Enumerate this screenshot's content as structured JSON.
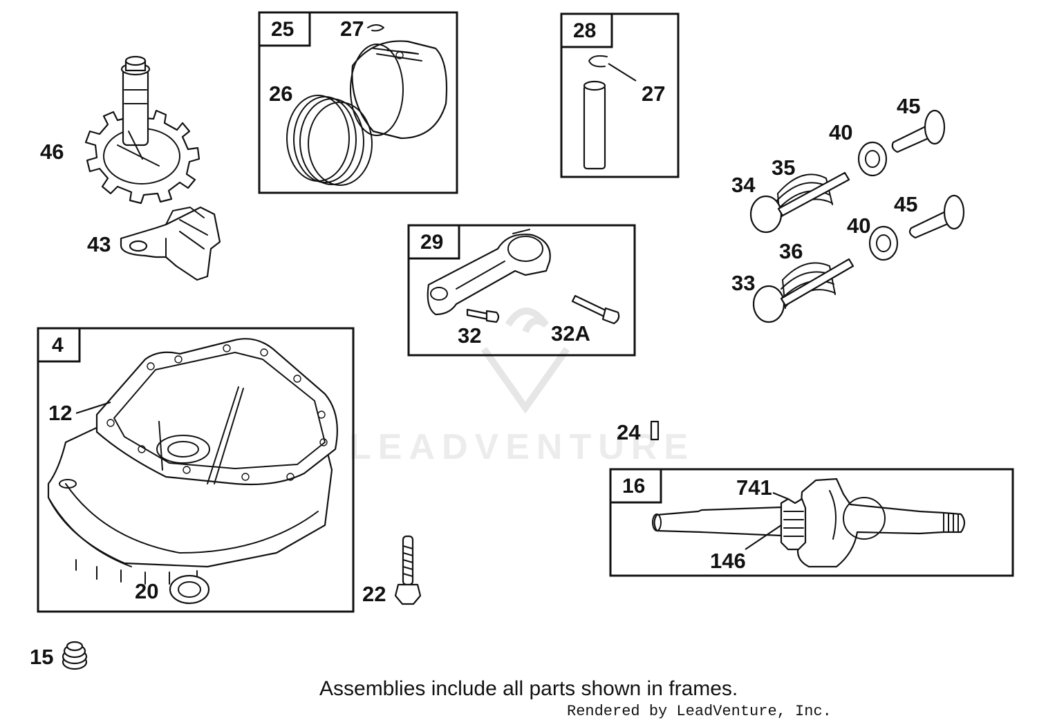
{
  "watermark": "LEADVENTURE",
  "caption": "Assemblies include all parts shown in frames.",
  "rendered_by": "Rendered by LeadVenture, Inc.",
  "frames": {
    "f25": "25",
    "f28": "28",
    "f29": "29",
    "f4": "4",
    "f16": "16"
  },
  "callouts": {
    "c46": "46",
    "c43": "43",
    "c27a": "27",
    "c26": "26",
    "c27b": "27",
    "c45a": "45",
    "c40a": "40",
    "c35": "35",
    "c34": "34",
    "c45b": "45",
    "c40b": "40",
    "c36": "36",
    "c33": "33",
    "c32": "32",
    "c32a": "32A",
    "c12": "12",
    "c20": "20",
    "c22": "22",
    "c24": "24",
    "c741": "741",
    "c146": "146",
    "c15": "15"
  }
}
